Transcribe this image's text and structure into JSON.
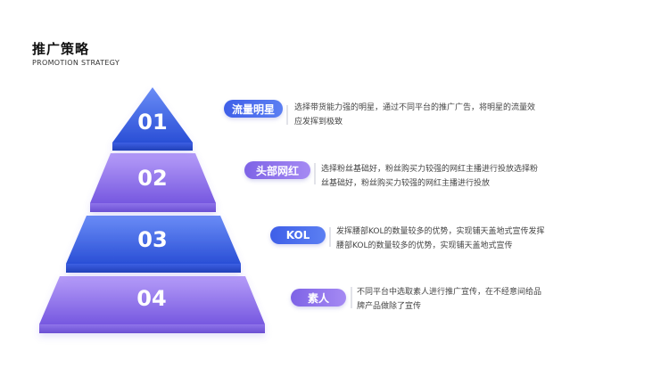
{
  "header": {
    "title": "推广策略",
    "subtitle": "PROMOTION STRATEGY"
  },
  "tiers": [
    {
      "number": "01",
      "label": "流量明星",
      "description_line1": "选择带货能力强的明星，通过不同平台的推广广告，将明星的流量效",
      "description_line2": "应发挥到极致"
    },
    {
      "number": "02",
      "label": "头部网红",
      "description_line1": "选择粉丝基础好，粉丝购买力较强的网红主播进行投放选择粉",
      "description_line2": "丝基础好，粉丝购买力较强的网红主播进行投放"
    },
    {
      "number": "03",
      "label": "KOL",
      "description_line1": "发挥腰部KOL的数量较多的优势，实现铺天盖地式宣传发挥",
      "description_line2": "腰部KOL的数量较多的优势，实现铺天盖地式宣传"
    },
    {
      "number": "04",
      "label": "素人",
      "description_line1": "不同平台中选取素人进行推广宣传，在不经意间给品",
      "description_line2": "牌产品做除了宣传"
    }
  ],
  "colors": {
    "blue_top": "#6a8cf6",
    "blue_bottom": "#2a4fd6",
    "purple_top": "#b59cf8",
    "purple_bottom": "#7658e0"
  }
}
